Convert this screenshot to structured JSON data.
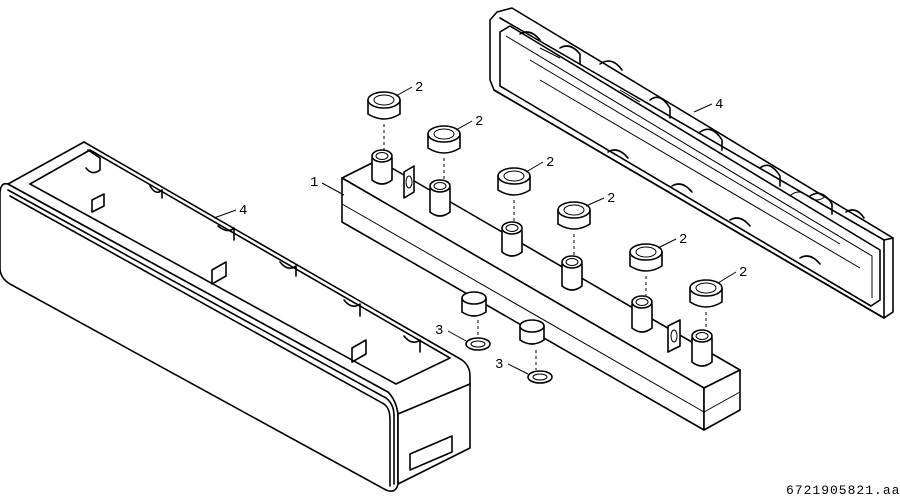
{
  "diagram": {
    "callouts": [
      {
        "id": "manifold",
        "text": "1"
      },
      {
        "id": "nut-a",
        "text": "2"
      },
      {
        "id": "nut-b",
        "text": "2"
      },
      {
        "id": "nut-c",
        "text": "2"
      },
      {
        "id": "nut-d",
        "text": "2"
      },
      {
        "id": "nut-e",
        "text": "2"
      },
      {
        "id": "nut-f",
        "text": "2"
      },
      {
        "id": "gasket-a",
        "text": "3"
      },
      {
        "id": "gasket-b",
        "text": "3"
      },
      {
        "id": "insulation-left",
        "text": "4"
      },
      {
        "id": "insulation-right",
        "text": "4"
      }
    ],
    "document_id": "6721905821.aa"
  }
}
